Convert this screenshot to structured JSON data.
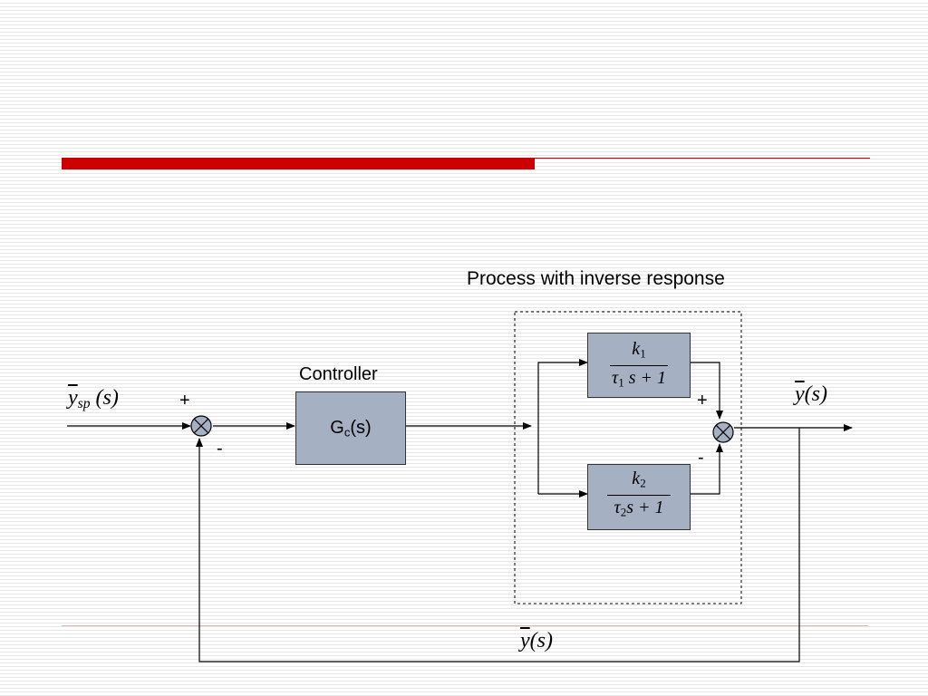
{
  "title": "Process with inverse response",
  "controller": {
    "caption": "Controller",
    "block": {
      "main": "G",
      "sub": "c",
      "arg": "(s)"
    }
  },
  "setpoint": {
    "symbol": "y",
    "sub": "sp",
    "arg": "(s)"
  },
  "output": {
    "symbol": "y",
    "arg": "(s)"
  },
  "feedback": {
    "symbol": "y",
    "arg": "(s)"
  },
  "summer1": {
    "plus": "+",
    "minus": "-"
  },
  "summer2": {
    "plus": "+",
    "minus": "-"
  },
  "tf1": {
    "num": "k",
    "num_sub": "1",
    "den_tau": "τ",
    "den_sub": "1",
    "den_rest": "s + 1"
  },
  "tf2": {
    "num": "k",
    "num_sub": "2",
    "den_tau": "τ",
    "den_sub": "2",
    "den_rest": "s + 1"
  },
  "colors": {
    "accent": "#cc0000",
    "block_fill": "#a5b0c2"
  }
}
